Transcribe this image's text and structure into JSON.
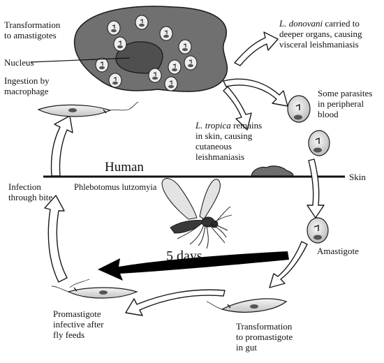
{
  "labels": {
    "transformation_amastigotes": [
      "Transformation",
      "to amastigotes"
    ],
    "nucleus": "Nucleus",
    "ingestion": [
      "Ingestion by",
      "macrophage"
    ],
    "donovani": {
      "species": "L. donovani",
      "rest": " carried to",
      "line2": "deeper organs, causing",
      "line3": "visceral leishmaniasis"
    },
    "peripheral": [
      "Some parasites",
      "in peripheral",
      "blood"
    ],
    "tropica": {
      "species": "L. tropica",
      "rest": " remains",
      "line2": "in skin, causing",
      "line3": "cutaneous",
      "line4": "leishmaniasis"
    },
    "human": "Human",
    "skin": "Skin",
    "infection": [
      "Infection",
      "through bite"
    ],
    "sandfly": "Phlebotomus lutzomyia",
    "days": "5 days",
    "amastigote": "Amastigote",
    "promastigote_infective": [
      "Promastigote",
      "infective after",
      "fly feeds"
    ],
    "transformation_promastigote": [
      "Transformation",
      "to promastigote",
      "in gut"
    ]
  },
  "colors": {
    "macrophage": "#707070",
    "nucleus": "#4f4f4f",
    "cell_fill": "#eeeeee",
    "outline": "#1a1a1a",
    "big_arrow": "#000000"
  }
}
